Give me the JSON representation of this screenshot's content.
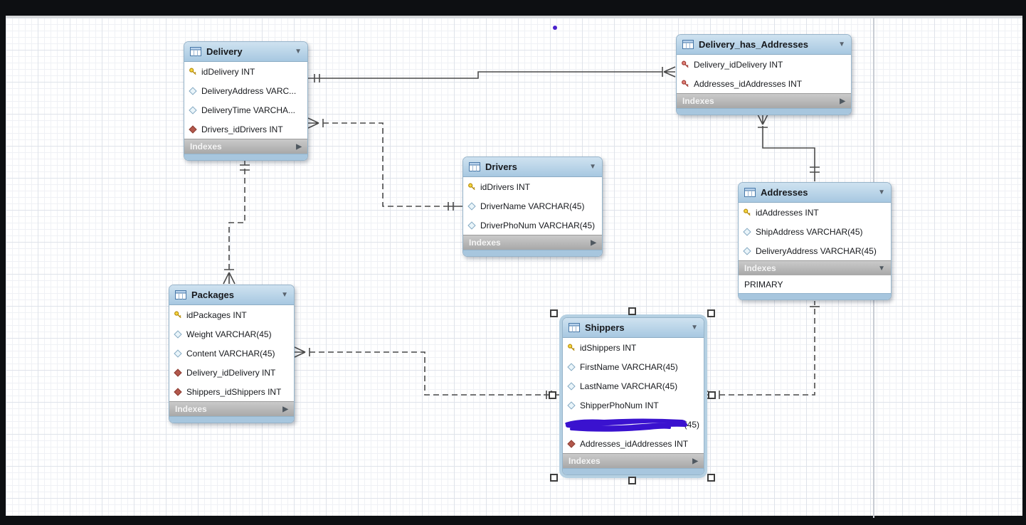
{
  "diagram": {
    "kind": "EER diagram",
    "line_color": "#4a4a4a",
    "header_color": "#a7c8e1",
    "indexes_bar_color": "#a8a8a8",
    "scribble_color": "#3a12cf",
    "ink_dot_color": "#4a21cc"
  },
  "tables": {
    "delivery": {
      "title": "Delivery",
      "collapse_icon": "▼",
      "footer_label": "Indexes",
      "footer_icon": "▶",
      "columns": [
        {
          "icon": "primary-key",
          "text": "idDelivery INT"
        },
        {
          "icon": "column",
          "text": "DeliveryAddress VARC..."
        },
        {
          "icon": "column",
          "text": "DeliveryTime VARCHA..."
        },
        {
          "icon": "foreign-key-column",
          "text": "Drivers_idDrivers INT"
        }
      ]
    },
    "delivery_has_addresses": {
      "title": "Delivery_has_Addresses",
      "collapse_icon": "▼",
      "footer_label": "Indexes",
      "footer_icon": "▶",
      "columns": [
        {
          "icon": "foreign-primary-key",
          "text": "Delivery_idDelivery INT"
        },
        {
          "icon": "foreign-primary-key",
          "text": "Addresses_idAddresses INT"
        }
      ]
    },
    "drivers": {
      "title": "Drivers",
      "collapse_icon": "▼",
      "footer_label": "Indexes",
      "footer_icon": "▶",
      "columns": [
        {
          "icon": "primary-key",
          "text": "idDrivers INT"
        },
        {
          "icon": "column",
          "text": "DriverName VARCHAR(45)"
        },
        {
          "icon": "column",
          "text": "DriverPhoNum VARCHAR(45)"
        }
      ]
    },
    "addresses": {
      "title": "Addresses",
      "collapse_icon": "▼",
      "footer_label": "Indexes",
      "footer_icon": "▼",
      "index_rows": [
        "PRIMARY"
      ],
      "columns": [
        {
          "icon": "primary-key",
          "text": "idAddresses INT"
        },
        {
          "icon": "column",
          "text": "ShipAddress VARCHAR(45)"
        },
        {
          "icon": "column",
          "text": "DeliveryAddress VARCHAR(45)"
        }
      ]
    },
    "packages": {
      "title": "Packages",
      "collapse_icon": "▼",
      "footer_label": "Indexes",
      "footer_icon": "▶",
      "columns": [
        {
          "icon": "primary-key",
          "text": "idPackages INT"
        },
        {
          "icon": "column",
          "text": "Weight VARCHAR(45)"
        },
        {
          "icon": "column",
          "text": "Content VARCHAR(45)"
        },
        {
          "icon": "foreign-key-column",
          "text": "Delivery_idDelivery INT"
        },
        {
          "icon": "foreign-key-column",
          "text": "Shippers_idShippers INT"
        }
      ]
    },
    "shippers": {
      "title": "Shippers",
      "collapse_icon": "▼",
      "footer_label": "Indexes",
      "footer_icon": "▶",
      "selected": true,
      "columns": [
        {
          "icon": "primary-key",
          "text": "idShippers INT"
        },
        {
          "icon": "column",
          "text": "FirstName VARCHAR(45)"
        },
        {
          "icon": "column",
          "text": "LastName VARCHAR(45)"
        },
        {
          "icon": "column",
          "text": "ShipperPhoNum INT"
        },
        {
          "icon": "column",
          "text": "(45)",
          "scribbled": true
        },
        {
          "icon": "foreign-key-column",
          "text": "Addresses_idAddresses INT"
        }
      ]
    }
  },
  "relationships": [
    {
      "from": "Delivery",
      "to": "Delivery_has_Addresses",
      "style": "identifying-solid",
      "cardinality": "one-to-many"
    },
    {
      "from": "Drivers",
      "to": "Delivery",
      "style": "non-identifying-dashed",
      "cardinality": "one-to-many"
    },
    {
      "from": "Delivery",
      "to": "Packages",
      "style": "non-identifying-dashed",
      "cardinality": "one-to-many"
    },
    {
      "from": "Addresses",
      "to": "Delivery_has_Addresses",
      "style": "identifying-solid",
      "cardinality": "one-to-many"
    },
    {
      "from": "Shippers",
      "to": "Packages",
      "style": "non-identifying-dashed",
      "cardinality": "one-to-many"
    },
    {
      "from": "Addresses",
      "to": "Shippers",
      "style": "non-identifying-dashed",
      "cardinality": "one-to-many"
    }
  ]
}
